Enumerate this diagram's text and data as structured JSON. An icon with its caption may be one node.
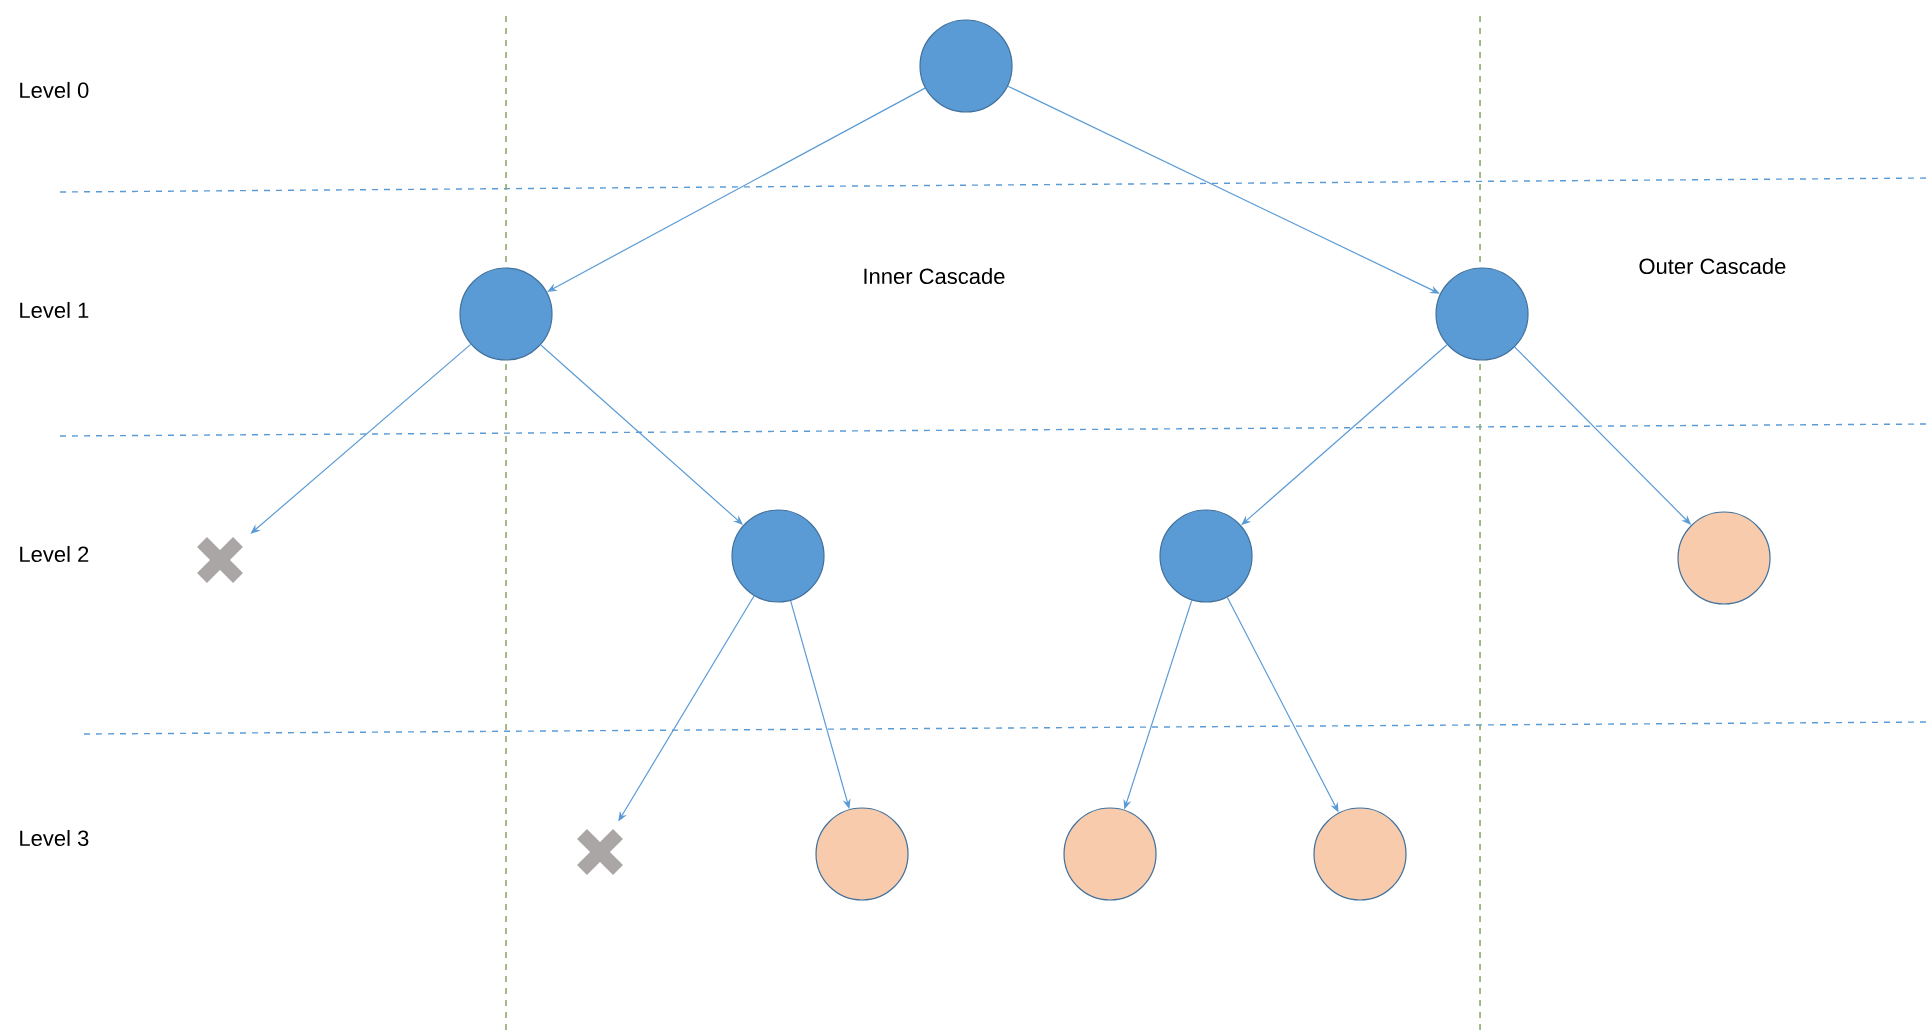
{
  "diagram": {
    "nodes": [
      {
        "text": [],
        "shape": "circle"
      },
      {
        "text": [],
        "shape": "circle"
      },
      {
        "text": [],
        "shape": "circle"
      },
      {
        "text": [],
        "shape": "cross"
      },
      {
        "text": [],
        "shape": "circle"
      },
      {
        "text": [],
        "shape": "circle"
      },
      {
        "text": [],
        "shape": "circle"
      },
      {
        "text": [],
        "shape": "cross"
      },
      {
        "text": [],
        "shape": "circle"
      },
      {
        "text": [],
        "shape": "circle"
      },
      {
        "text": [],
        "shape": "circle"
      }
    ],
    "edges": [
      {
        "from": 0,
        "to": 1,
        "arrow": "to"
      },
      {
        "from": 0,
        "to": 2,
        "arrow": "to"
      },
      {
        "from": 1,
        "to": 3,
        "arrow": "to"
      },
      {
        "from": 1,
        "to": 4,
        "arrow": "to"
      },
      {
        "from": 2,
        "to": 5,
        "arrow": "to"
      },
      {
        "from": 2,
        "to": 6,
        "arrow": "to"
      },
      {
        "from": 4,
        "to": 7,
        "arrow": "to"
      },
      {
        "from": 4,
        "to": 8,
        "arrow": "to"
      },
      {
        "from": 5,
        "to": 9,
        "arrow": "to"
      },
      {
        "from": 5,
        "to": 10,
        "arrow": "to"
      }
    ],
    "labels": [
      "Level 0",
      "Inner Cascade",
      "Outer Cascade",
      "Level 1",
      "Level 2",
      "Level 3"
    ]
  }
}
